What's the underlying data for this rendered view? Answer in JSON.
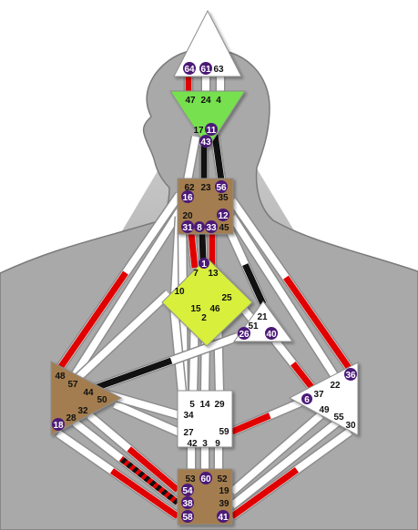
{
  "colors": {
    "page_bg": "#ffffff",
    "backdrop_gradient_light": "#d4d4d4",
    "backdrop_gradient_dark": "#8a8a8a",
    "silhouette_fill": "#a9a9a9",
    "silhouette_stroke": "#7a7a7a",
    "channel_white": "#ffffff",
    "channel_red": "#e00000",
    "channel_black": "#111111",
    "gate_activation_badge": "#4b1a78",
    "undefined_center": "#ffffff",
    "ajna_defined": "#76e04f",
    "g_center_defined": "#d8ef3a",
    "motor_center_defined": "#a37d50",
    "center_stroke": "#8e8e8e"
  },
  "centers": {
    "head": {
      "state": "undefined",
      "gates": [
        "64",
        "61",
        "63"
      ]
    },
    "ajna": {
      "state": "defined",
      "gates": [
        "47",
        "24",
        "4",
        "17",
        "11",
        "43"
      ]
    },
    "throat": {
      "state": "defined",
      "gates": [
        "62",
        "23",
        "56",
        "16",
        "35",
        "20",
        "12",
        "31",
        "8",
        "33",
        "45"
      ]
    },
    "g_center": {
      "state": "defined",
      "gates": [
        "1",
        "7",
        "13",
        "10",
        "25",
        "15",
        "46",
        "2"
      ]
    },
    "heart": {
      "state": "undefined",
      "gates": [
        "21",
        "51",
        "26",
        "40"
      ]
    },
    "spleen": {
      "state": "defined",
      "gates": [
        "48",
        "57",
        "44",
        "50",
        "32",
        "28",
        "18"
      ]
    },
    "sacral": {
      "state": "undefined",
      "gates": [
        "5",
        "14",
        "29",
        "34",
        "27",
        "59",
        "42",
        "3",
        "9"
      ]
    },
    "solar_plexus": {
      "state": "undefined",
      "gates": [
        "36",
        "22",
        "37",
        "6",
        "49",
        "55",
        "30"
      ]
    },
    "root": {
      "state": "defined",
      "gates": [
        "53",
        "60",
        "52",
        "54",
        "19",
        "38",
        "39",
        "58",
        "41"
      ]
    }
  },
  "activated_gates": [
    "64",
    "61",
    "11",
    "43",
    "56",
    "16",
    "12",
    "31",
    "8",
    "33",
    "1",
    "26",
    "40",
    "18",
    "36",
    "6",
    "60",
    "54",
    "38",
    "58",
    "41"
  ],
  "channels": [
    {
      "gates": "64-47",
      "color": "red"
    },
    {
      "gates": "61-24",
      "color": "white"
    },
    {
      "gates": "63-4",
      "color": "white"
    },
    {
      "gates": "17-62",
      "color": "white"
    },
    {
      "gates": "43-23",
      "color": "black"
    },
    {
      "gates": "11-56",
      "color": "black"
    },
    {
      "gates": "16-48",
      "color": "red"
    },
    {
      "gates": "20-57",
      "color": "white"
    },
    {
      "gates": "20-10",
      "color": "white"
    },
    {
      "gates": "20-34",
      "color": "white"
    },
    {
      "gates": "31-7",
      "color": "red"
    },
    {
      "gates": "8-1",
      "color": "black"
    },
    {
      "gates": "33-13",
      "color": "red"
    },
    {
      "gates": "45-21",
      "color": "black"
    },
    {
      "gates": "35-36",
      "color": "red"
    },
    {
      "gates": "12-22",
      "color": "white"
    },
    {
      "gates": "10-57",
      "color": "white"
    },
    {
      "gates": "10-34",
      "color": "white"
    },
    {
      "gates": "25-51",
      "color": "white"
    },
    {
      "gates": "15-5",
      "color": "white"
    },
    {
      "gates": "46-29",
      "color": "white"
    },
    {
      "gates": "2-14",
      "color": "white"
    },
    {
      "gates": "26-44",
      "color": "black"
    },
    {
      "gates": "40-37",
      "color": "red"
    },
    {
      "gates": "50-27",
      "color": "white"
    },
    {
      "gates": "57-34",
      "color": "white"
    },
    {
      "gates": "6-59",
      "color": "red"
    },
    {
      "gates": "42-53",
      "color": "white"
    },
    {
      "gates": "3-60",
      "color": "white"
    },
    {
      "gates": "9-52",
      "color": "white"
    },
    {
      "gates": "32-54",
      "color": "red"
    },
    {
      "gates": "28-38",
      "color": "red-black"
    },
    {
      "gates": "18-58",
      "color": "red"
    },
    {
      "gates": "49-19",
      "color": "white"
    },
    {
      "gates": "55-39",
      "color": "white"
    },
    {
      "gates": "30-41",
      "color": "red"
    }
  ]
}
